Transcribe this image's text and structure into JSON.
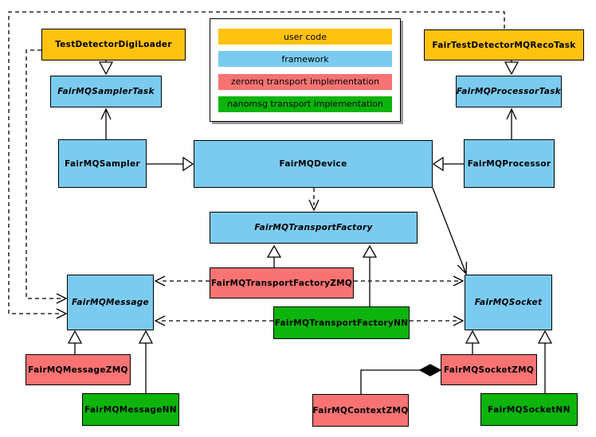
{
  "legend": {
    "items": [
      {
        "label": "user code",
        "category": "user-code",
        "color": "#FFC20E"
      },
      {
        "label": "framework",
        "category": "framework",
        "color": "#7BCBF0"
      },
      {
        "label": "zeromq transport implementation",
        "category": "zeromq-transport",
        "color": "#F97373"
      },
      {
        "label": "nanomsg transport implementation",
        "category": "nanomsg-transport",
        "color": "#0CB40C"
      }
    ]
  },
  "colors": {
    "user_code": "#FFC20E",
    "framework": "#7BCBF0",
    "zeromq": "#F97373",
    "nanomsg": "#0CB40C",
    "line": "#000000",
    "legend_shadow": "#9a9a9a",
    "background": "#ffffff"
  },
  "nodes": {
    "test_detector_digi_loader": {
      "label": "TestDetectorDigiLoader",
      "category": "user-code",
      "abstract": false
    },
    "fair_test_detector_mq_reco_task": {
      "label": "FairTestDetectorMQRecoTask",
      "category": "user-code",
      "abstract": false
    },
    "fair_mq_sampler_task": {
      "label": "FairMQSamplerTask",
      "category": "framework",
      "abstract": true
    },
    "fair_mq_processor_task": {
      "label": "FairMQProcessorTask",
      "category": "framework",
      "abstract": true
    },
    "fair_mq_sampler": {
      "label": "FairMQSampler",
      "category": "framework",
      "abstract": false
    },
    "fair_mq_device": {
      "label": "FairMQDevice",
      "category": "framework",
      "abstract": false
    },
    "fair_mq_processor": {
      "label": "FairMQProcessor",
      "category": "framework",
      "abstract": false
    },
    "fair_mq_transport_factory": {
      "label": "FairMQTransportFactory",
      "category": "framework",
      "abstract": true
    },
    "fair_mq_transport_factory_zmq": {
      "label": "FairMQTransportFactoryZMQ",
      "category": "zeromq-transport",
      "abstract": false
    },
    "fair_mq_transport_factory_nn": {
      "label": "FairMQTransportFactoryNN",
      "category": "nanomsg-transport",
      "abstract": false
    },
    "fair_mq_message": {
      "label": "FairMQMessage",
      "category": "framework",
      "abstract": true
    },
    "fair_mq_socket": {
      "label": "FairMQSocket",
      "category": "framework",
      "abstract": true
    },
    "fair_mq_message_zmq": {
      "label": "FairMQMessageZMQ",
      "category": "zeromq-transport",
      "abstract": false
    },
    "fair_mq_message_nn": {
      "label": "FairMQMessageNN",
      "category": "nanomsg-transport",
      "abstract": false
    },
    "fair_mq_socket_zmq": {
      "label": "FairMQSocketZMQ",
      "category": "zeromq-transport",
      "abstract": false
    },
    "fair_mq_socket_nn": {
      "label": "FairMQSocketNN",
      "category": "nanomsg-transport",
      "abstract": false
    },
    "fair_mq_context_zmq": {
      "label": "FairMQContextZMQ",
      "category": "zeromq-transport",
      "abstract": false
    }
  },
  "relationships": [
    {
      "from": "TestDetectorDigiLoader",
      "to": "FairMQSamplerTask",
      "type": "generalization",
      "line": "solid"
    },
    {
      "from": "FairTestDetectorMQRecoTask",
      "to": "FairMQProcessorTask",
      "type": "generalization",
      "line": "solid"
    },
    {
      "from": "FairMQSampler",
      "to": "FairMQDevice",
      "type": "generalization",
      "line": "solid"
    },
    {
      "from": "FairMQProcessor",
      "to": "FairMQDevice",
      "type": "generalization",
      "line": "solid"
    },
    {
      "from": "FairMQSampler",
      "to": "FairMQSamplerTask",
      "type": "association",
      "line": "solid"
    },
    {
      "from": "FairMQProcessor",
      "to": "FairMQProcessorTask",
      "type": "association",
      "line": "solid"
    },
    {
      "from": "FairMQDevice",
      "to": "FairMQTransportFactory",
      "type": "dependency",
      "line": "dashed"
    },
    {
      "from": "FairMQDevice",
      "to": "FairMQSocket",
      "type": "association",
      "line": "solid"
    },
    {
      "from": "FairMQTransportFactoryZMQ",
      "to": "FairMQTransportFactory",
      "type": "generalization",
      "line": "solid"
    },
    {
      "from": "FairMQTransportFactoryNN",
      "to": "FairMQTransportFactory",
      "type": "generalization",
      "line": "solid"
    },
    {
      "from": "FairMQTransportFactoryZMQ",
      "to": "FairMQMessage",
      "type": "dependency",
      "line": "dashed"
    },
    {
      "from": "FairMQTransportFactoryNN",
      "to": "FairMQMessage",
      "type": "dependency",
      "line": "dashed"
    },
    {
      "from": "FairMQTransportFactoryZMQ",
      "to": "FairMQSocket",
      "type": "dependency",
      "line": "dashed"
    },
    {
      "from": "FairMQTransportFactoryNN",
      "to": "FairMQSocket",
      "type": "dependency",
      "line": "dashed"
    },
    {
      "from": "TestDetectorDigiLoader",
      "to": "FairMQMessage",
      "type": "dependency",
      "line": "dashed"
    },
    {
      "from": "FairTestDetectorMQRecoTask",
      "to": "FairMQMessage",
      "type": "dependency",
      "line": "dashed"
    },
    {
      "from": "FairMQMessageZMQ",
      "to": "FairMQMessage",
      "type": "generalization",
      "line": "solid"
    },
    {
      "from": "FairMQMessageNN",
      "to": "FairMQMessage",
      "type": "generalization",
      "line": "solid"
    },
    {
      "from": "FairMQSocketZMQ",
      "to": "FairMQSocket",
      "type": "generalization",
      "line": "solid"
    },
    {
      "from": "FairMQSocketNN",
      "to": "FairMQSocket",
      "type": "generalization",
      "line": "solid"
    },
    {
      "from": "FairMQSocketZMQ",
      "to": "FairMQContextZMQ",
      "type": "composition",
      "line": "solid"
    }
  ]
}
